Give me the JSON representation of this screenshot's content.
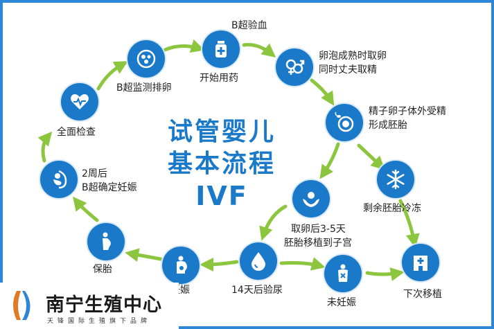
{
  "title": {
    "line1": "试管婴儿",
    "line2": "基本流程",
    "line3": "IVF"
  },
  "steps": {
    "exam": {
      "label": "全面检查",
      "icon": "heart-pulse-icon"
    },
    "monitor": {
      "label": "B超监测排卵",
      "icon": "ovary-icon"
    },
    "medicate": {
      "label": "开始用药",
      "icon": "medicine-bottle-icon"
    },
    "blood": {
      "label": "B超验血",
      "icon": ""
    },
    "retrieve": {
      "line1": "卵泡成熟时取卵",
      "line2": "同时丈夫取精",
      "icon": "gender-symbols-icon"
    },
    "fertilize": {
      "line1": "精子卵子体外受精",
      "line2": "形成胚胎",
      "icon": "sperm-egg-icon"
    },
    "freeze": {
      "label": "剩余胚胎冷冻",
      "icon": "snowflake-icon"
    },
    "transfer": {
      "line1": "取卵后3-5天",
      "line2": "胚胎移植到子宫",
      "icon": "hands-embryo-icon"
    },
    "urine": {
      "label": "14天后验尿",
      "icon": "drop-icon"
    },
    "notpregnant": {
      "label": "未妊娠",
      "icon": "not-pregnant-icon"
    },
    "nexttransfer": {
      "label": "下次移植",
      "icon": "hospital-icon"
    },
    "pregnant": {
      "label": "妊娠",
      "icon": "pregnant-icon"
    },
    "care": {
      "label": "保胎",
      "icon": "pregnant-woman-icon"
    },
    "confirm": {
      "line1": "2周后",
      "line2": "B超确定妊娠",
      "icon": "fetus-icon"
    }
  },
  "brand": {
    "name": "南宁生殖中心",
    "slogan": "天锋国际生殖旗下品牌"
  },
  "colors": {
    "node": "#1a79c8",
    "arrow": "#8cc63f",
    "title": "#1a79c8",
    "frame": "#2e86d6"
  }
}
